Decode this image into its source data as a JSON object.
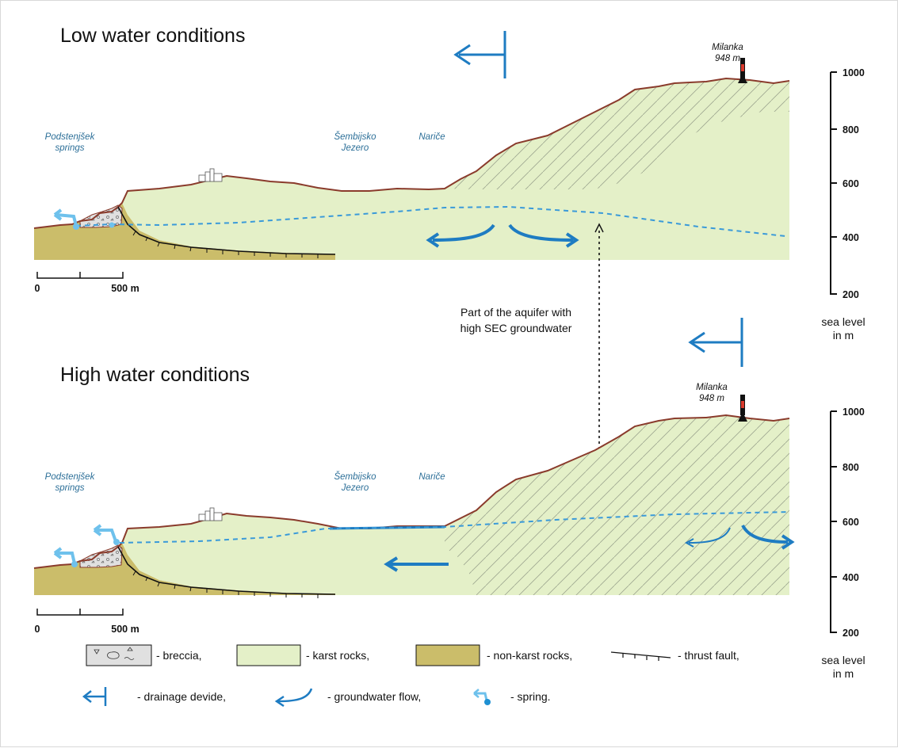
{
  "low": {
    "title": "Low water conditions",
    "springs_line1": "Podstenjšek",
    "springs_line2": "springs",
    "lake_line1": "Šembijsko",
    "lake_line2": "Jezero",
    "village": "Nariče",
    "peak_name": "Milanka",
    "peak_elev": "948 m",
    "scale_start": "0",
    "scale_end": "500 m",
    "axis_ticks": [
      "1000",
      "800",
      "600",
      "400",
      "200"
    ],
    "axis_caption_1": "sea level",
    "axis_caption_2": "in m"
  },
  "high": {
    "title": "High water conditions",
    "springs_line1": "Podstenjšek",
    "springs_line2": "springs",
    "lake_line1": "Šembijsko",
    "lake_line2": "Jezero",
    "village": "Nariče",
    "peak_name": "Milanka",
    "peak_elev": "948 m",
    "scale_start": "0",
    "scale_end": "500 m",
    "axis_ticks": [
      "1000",
      "800",
      "600",
      "400",
      "200"
    ],
    "axis_caption_1": "sea level",
    "axis_caption_2": "in m"
  },
  "annotation": {
    "line1": "Part of the aquifer with",
    "line2": "high SEC groundwater"
  },
  "legend": {
    "breccia": "- breccia,",
    "karst": "- karst rocks,",
    "nonkarst": "- non-karst rocks,",
    "thrust": "- thrust fault,",
    "devide": "- drainage devide,",
    "flow": "- groundwater flow,",
    "spring": "- spring."
  },
  "colors": {
    "karst": "#e4f0c8",
    "nonkarst": "#cbbd6a",
    "breccia": "#e0e0e0",
    "surface": "#8a3b2c",
    "water": "#1e7cc2",
    "spring": "#6ec1ec",
    "hatch": "#9aa38d"
  }
}
